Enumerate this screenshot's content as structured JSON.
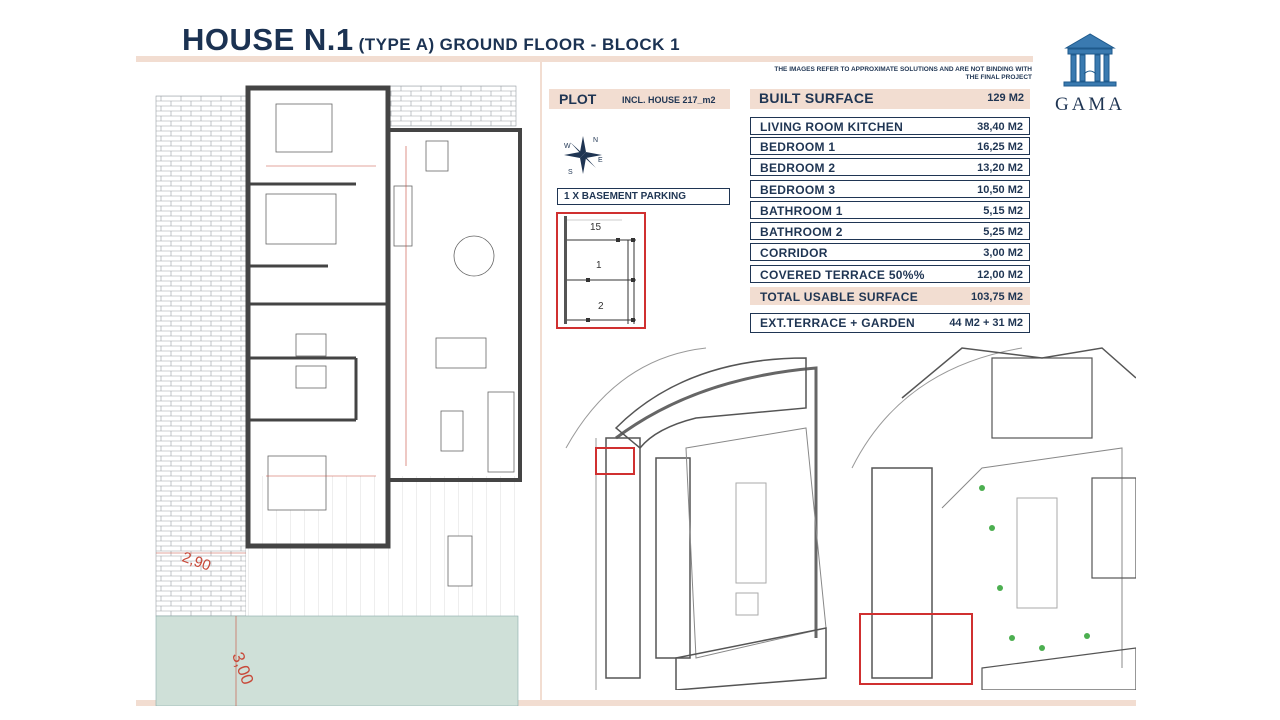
{
  "header": {
    "title_main": "HOUSE N.1",
    "title_type": "(TYPE A)",
    "title_rest": "GROUND FLOOR - BLOCK 1"
  },
  "disclaimer": "THE IMAGES REFER TO APPROXIMATE SOLUTIONS AND ARE NOT BINDING WITH THE FINAL PROJECT",
  "logo": {
    "word": "GAMA"
  },
  "plot": {
    "label": "PLOT",
    "value": "INCL. HOUSE 217_m2"
  },
  "parking": {
    "label": "1 X BASEMENT PARKING",
    "spots": [
      "15",
      "1",
      "2"
    ]
  },
  "compass": {
    "n": "N",
    "s": "S",
    "e": "E",
    "w": "W"
  },
  "surfaces": {
    "built": {
      "label": "BUILT SURFACE",
      "value": "129 M2"
    },
    "rows": [
      {
        "label": "LIVING ROOM KITCHEN",
        "value": "38,40 M2"
      },
      {
        "label": "BEDROOM 1",
        "value": "16,25 M2"
      },
      {
        "label": "BEDROOM 2",
        "value": "13,20 M2"
      },
      {
        "label": "BEDROOM 3",
        "value": "10,50 M2"
      },
      {
        "label": "BATHROOM 1",
        "value": "5,15 M2"
      },
      {
        "label": "BATHROOM 2",
        "value": "5,25 M2"
      },
      {
        "label": "CORRIDOR",
        "value": "3,00 M2"
      },
      {
        "label": "COVERED TERRACE 50%%",
        "value": "12,00 M2"
      }
    ],
    "total": {
      "label": "TOTAL USABLE SURFACE",
      "value": "103,75 M2"
    },
    "exterior": {
      "label": "EXT.TERRACE + GARDEN",
      "value": "44 M2 + 31 M2"
    }
  },
  "dimensions": {
    "side": "2,90",
    "garden": "3,00"
  },
  "colors": {
    "navy": "#1f3553",
    "peach": "#f2ddd1",
    "red": "#d03030",
    "dim": "#c84a3a",
    "garden": "#cfe0d8"
  }
}
